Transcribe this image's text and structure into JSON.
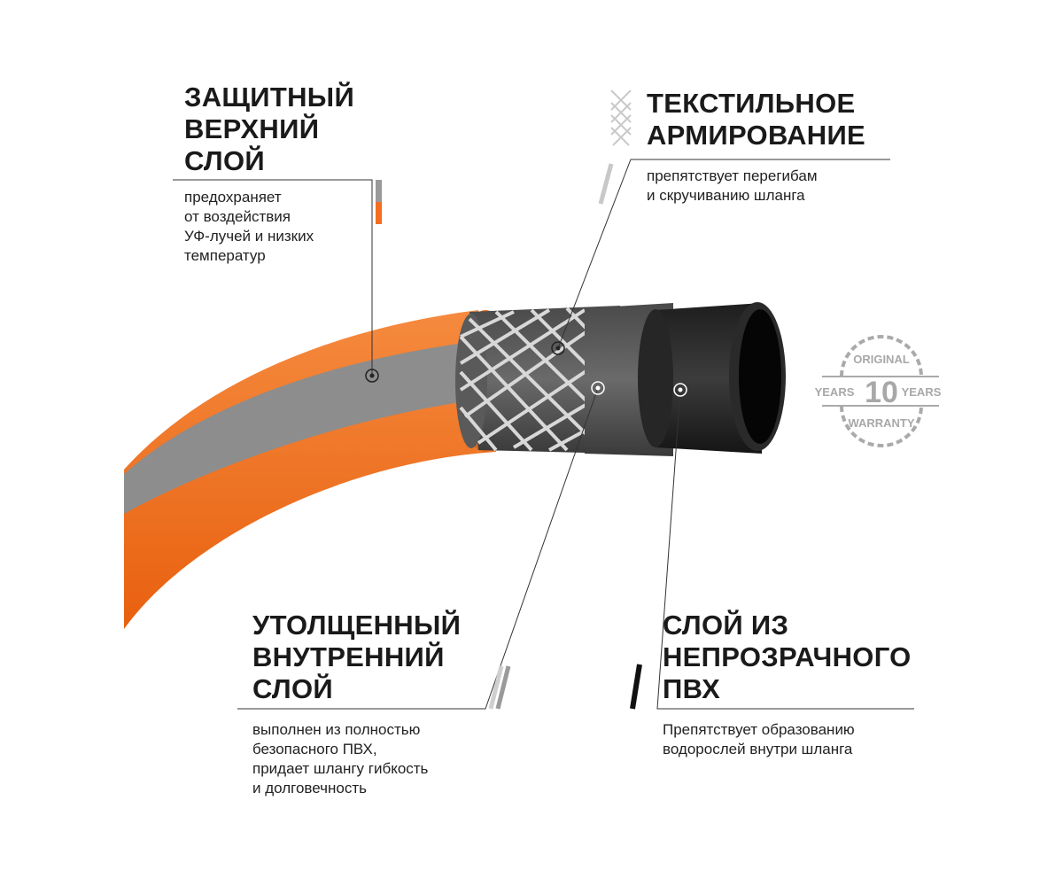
{
  "top_layer": {
    "title": [
      "ЗАЩИТНЫЙ",
      "ВЕРХНИЙ",
      "СЛОЙ"
    ],
    "description": [
      "предохраняет",
      "от воздействия",
      "УФ-лучей и низких",
      "температур"
    ]
  },
  "textile": {
    "title": [
      "ТЕКСТИЛЬНОЕ",
      "АРМИРОВАНИЕ"
    ],
    "description": [
      "препятствует перегибам",
      "и скручиванию шланга"
    ]
  },
  "inner_layer": {
    "title": [
      "УТОЛЩЕННЫЙ",
      "ВНУТРЕННИЙ",
      "СЛОЙ"
    ],
    "description": [
      "выполнен из полностью",
      "безопасного ПВХ,",
      "придает шлангу гибкость",
      "и долговечность"
    ]
  },
  "opaque_layer": {
    "title": [
      "СЛОЙ ИЗ",
      "НЕПРОЗРАЧНОГО",
      "ПВХ"
    ],
    "description": [
      "Препятствует образованию",
      "водорослей внутри шланга"
    ]
  },
  "warranty_badge": {
    "top": "ORIGINAL",
    "left": "YEARS",
    "number": "10",
    "right": "YEARS",
    "bottom": "WARRANTY"
  },
  "colors": {
    "orange": "#f36f1f",
    "gray": "#8e8e8e",
    "dark": "#2b2b2b"
  }
}
